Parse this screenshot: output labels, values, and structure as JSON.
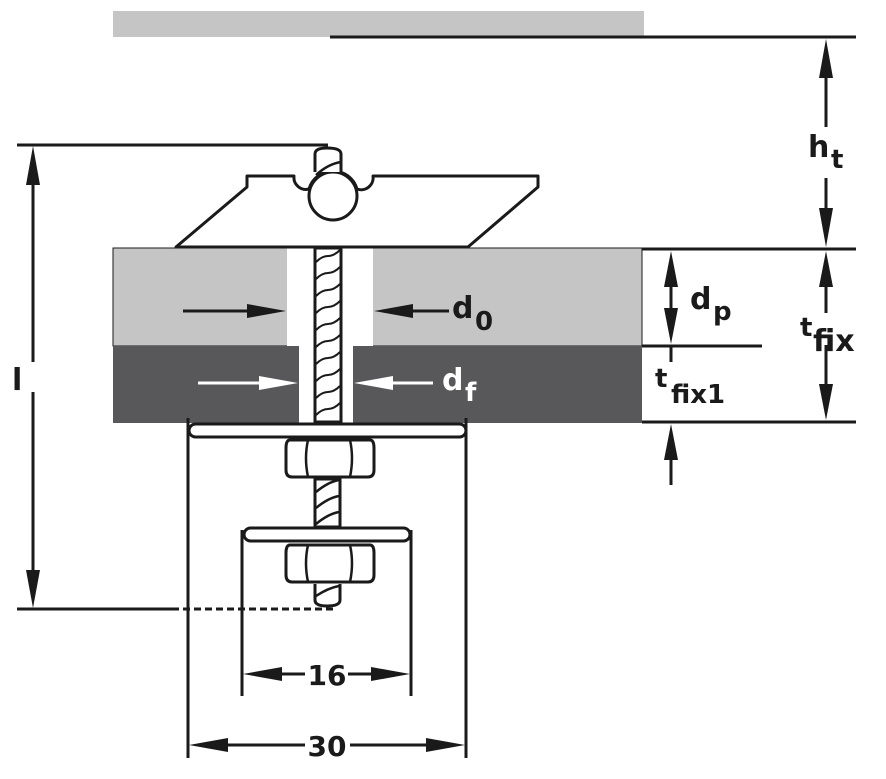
{
  "diagram": {
    "title": "Push-through anchor installation with stand-off fixture",
    "colors": {
      "concrete": "#c5c5c5",
      "fixture": "#58575a",
      "line": "#1a1a1a",
      "hole": "#ffffff"
    },
    "labels": {
      "ht": {
        "main": "h",
        "sub": "t"
      },
      "d0": {
        "main": "d",
        "sub": "0"
      },
      "df": {
        "main": "d",
        "sub": "f"
      },
      "dp": {
        "main": "d",
        "sub": "p"
      },
      "tfix": {
        "main": "t",
        "sub": "fix"
      },
      "tfix1": {
        "main": "t",
        "sub": "fix1"
      },
      "l": {
        "main": "l"
      }
    },
    "dimensions": {
      "inner_washer_width": "16",
      "outer_washer_width": "30"
    }
  }
}
